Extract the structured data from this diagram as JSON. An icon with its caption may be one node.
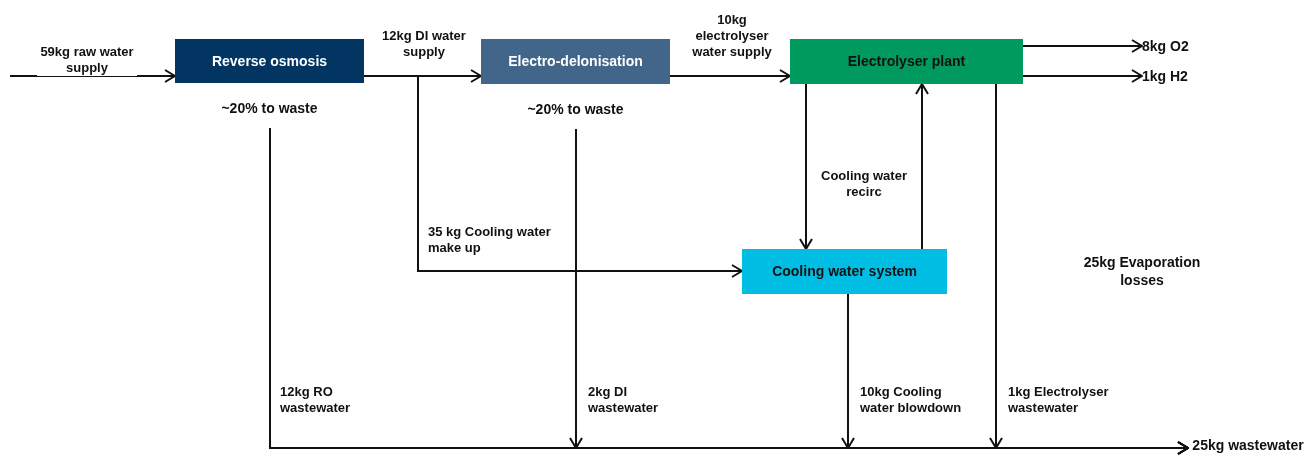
{
  "diagram": {
    "nodes": [
      {
        "text": [
          "Reverse osmosis"
        ],
        "beside": [
          "~20% to waste"
        ]
      },
      {
        "text": [
          "Electro-delonisation"
        ],
        "beside": [
          "~20% to waste"
        ]
      },
      {
        "text": [
          "Electrolyser plant"
        ]
      },
      {
        "text": [
          "Cooling water system"
        ]
      },
      {
        "text": [
          "8kg O2"
        ]
      },
      {
        "text": [
          "1kg H2"
        ]
      },
      {
        "text": [
          "25kg wastewater"
        ]
      }
    ],
    "edges": [
      {
        "from": null,
        "to": 0,
        "arrow": "to",
        "label": "59kg raw water supply"
      },
      {
        "from": 0,
        "to": 1,
        "arrow": "to",
        "label": "12kg DI water supply"
      },
      {
        "from": 1,
        "to": 2,
        "arrow": "to",
        "label": "10kg electrolyser water supply"
      },
      {
        "from": 2,
        "to": 4,
        "arrow": "to"
      },
      {
        "from": 2,
        "to": 5,
        "arrow": "to"
      },
      {
        "from": 0,
        "to": 3,
        "arrow": "to",
        "label": "35 kg Cooling water make up"
      },
      {
        "from": 2,
        "to": 3,
        "arrow": "to",
        "label": "Cooling water recirc"
      },
      {
        "from": 3,
        "to": 2,
        "arrow": "to"
      },
      {
        "from": 0,
        "to": 6,
        "arrow": "to",
        "label": "12kg RO wastewater"
      },
      {
        "from": 1,
        "to": 6,
        "arrow": "to",
        "label": "2kg DI wastewater"
      },
      {
        "from": 3,
        "to": 6,
        "arrow": "to",
        "label": "10kg Cooling water blowdown"
      },
      {
        "from": 2,
        "to": 6,
        "arrow": "to",
        "label": "1kg Electrolyser wastewater"
      }
    ],
    "labels": [
      "25kg Evaporation losses"
    ]
  }
}
